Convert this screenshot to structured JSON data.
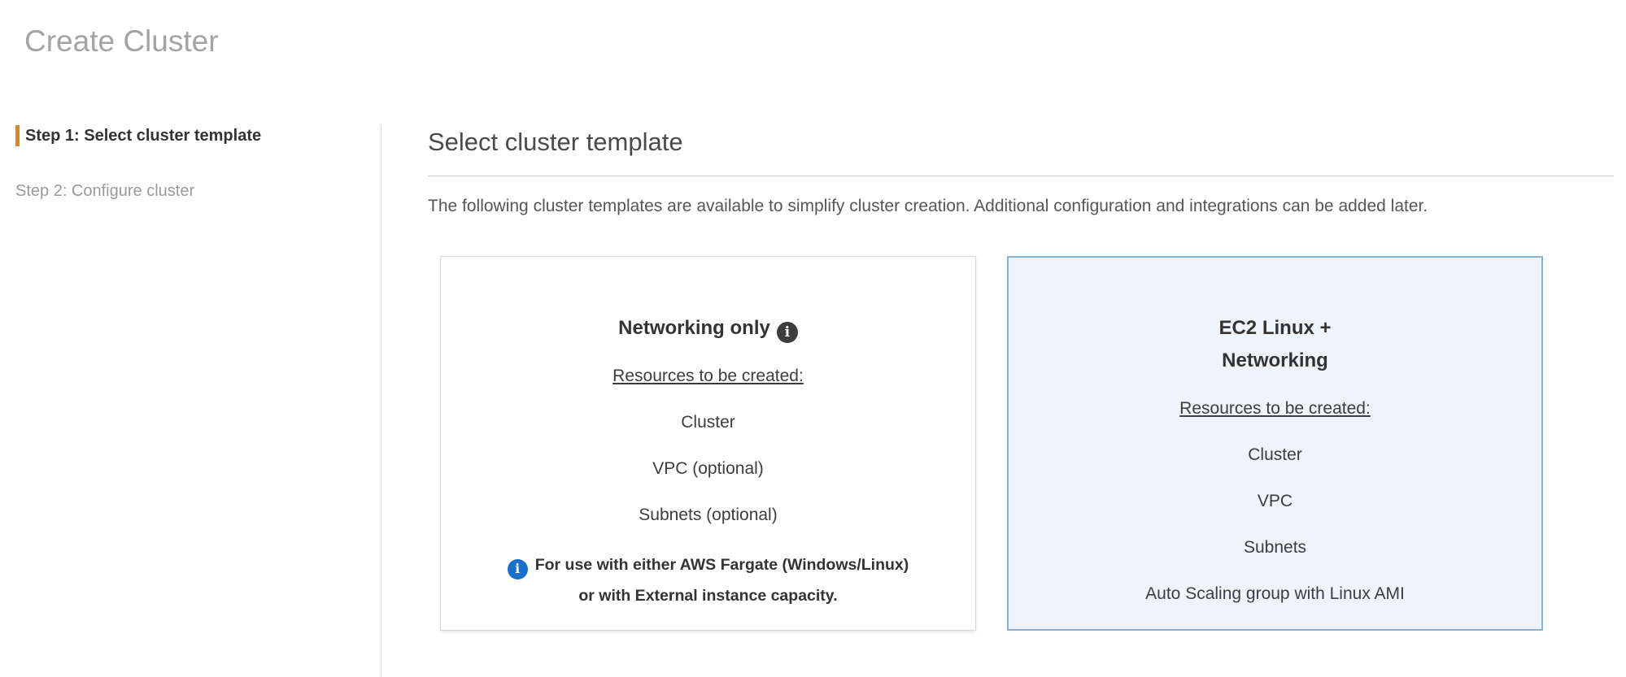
{
  "page": {
    "title": "Create Cluster"
  },
  "sidebar": {
    "steps": [
      {
        "label": "Step 1: Select cluster template",
        "state": "current"
      },
      {
        "label": "Step 2: Configure cluster",
        "state": "upcoming"
      }
    ]
  },
  "main": {
    "heading": "Select cluster template",
    "description": "The following cluster templates are available to simplify cluster creation. Additional configuration and integrations can be added later.",
    "cards": [
      {
        "title": "Networking only",
        "resources_label": "Resources to be created:",
        "resources": [
          "Cluster",
          "VPC (optional)",
          "Subnets (optional)"
        ],
        "note": "For use with either AWS Fargate (Windows/Linux)\nor with External instance capacity.",
        "selected": false
      },
      {
        "title": "EC2 Linux +\nNetworking",
        "resources_label": "Resources to be created:",
        "resources": [
          "Cluster",
          "VPC",
          "Subnets",
          "Auto Scaling group with Linux AMI"
        ],
        "selected": true
      }
    ]
  },
  "icons": {
    "info_glyph": "i"
  },
  "colors": {
    "accent_orange": "#e8821e",
    "selected_border": "#84b2d9",
    "selected_bg": "#edf4fb",
    "info_blue": "#1b6fc8",
    "info_dark": "#3d3d3d",
    "page_title_gray": "#a3a3a3"
  }
}
